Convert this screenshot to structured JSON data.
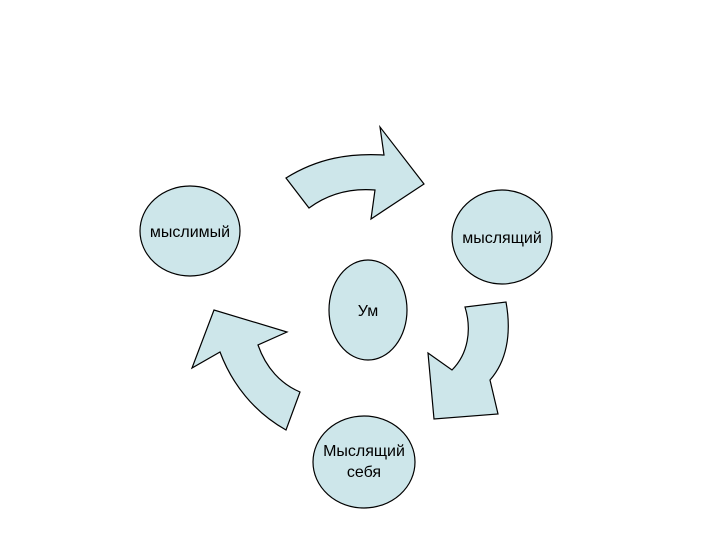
{
  "diagram": {
    "fill_color": "#cde6ea",
    "stroke_color": "#000000",
    "nodes": {
      "thought": {
        "label": "мыслимый"
      },
      "thinker": {
        "label": "мыслящий"
      },
      "mind": {
        "label": "Ум"
      },
      "self_thinker": {
        "line1": "Мыслящий",
        "line2": "себя"
      }
    }
  }
}
